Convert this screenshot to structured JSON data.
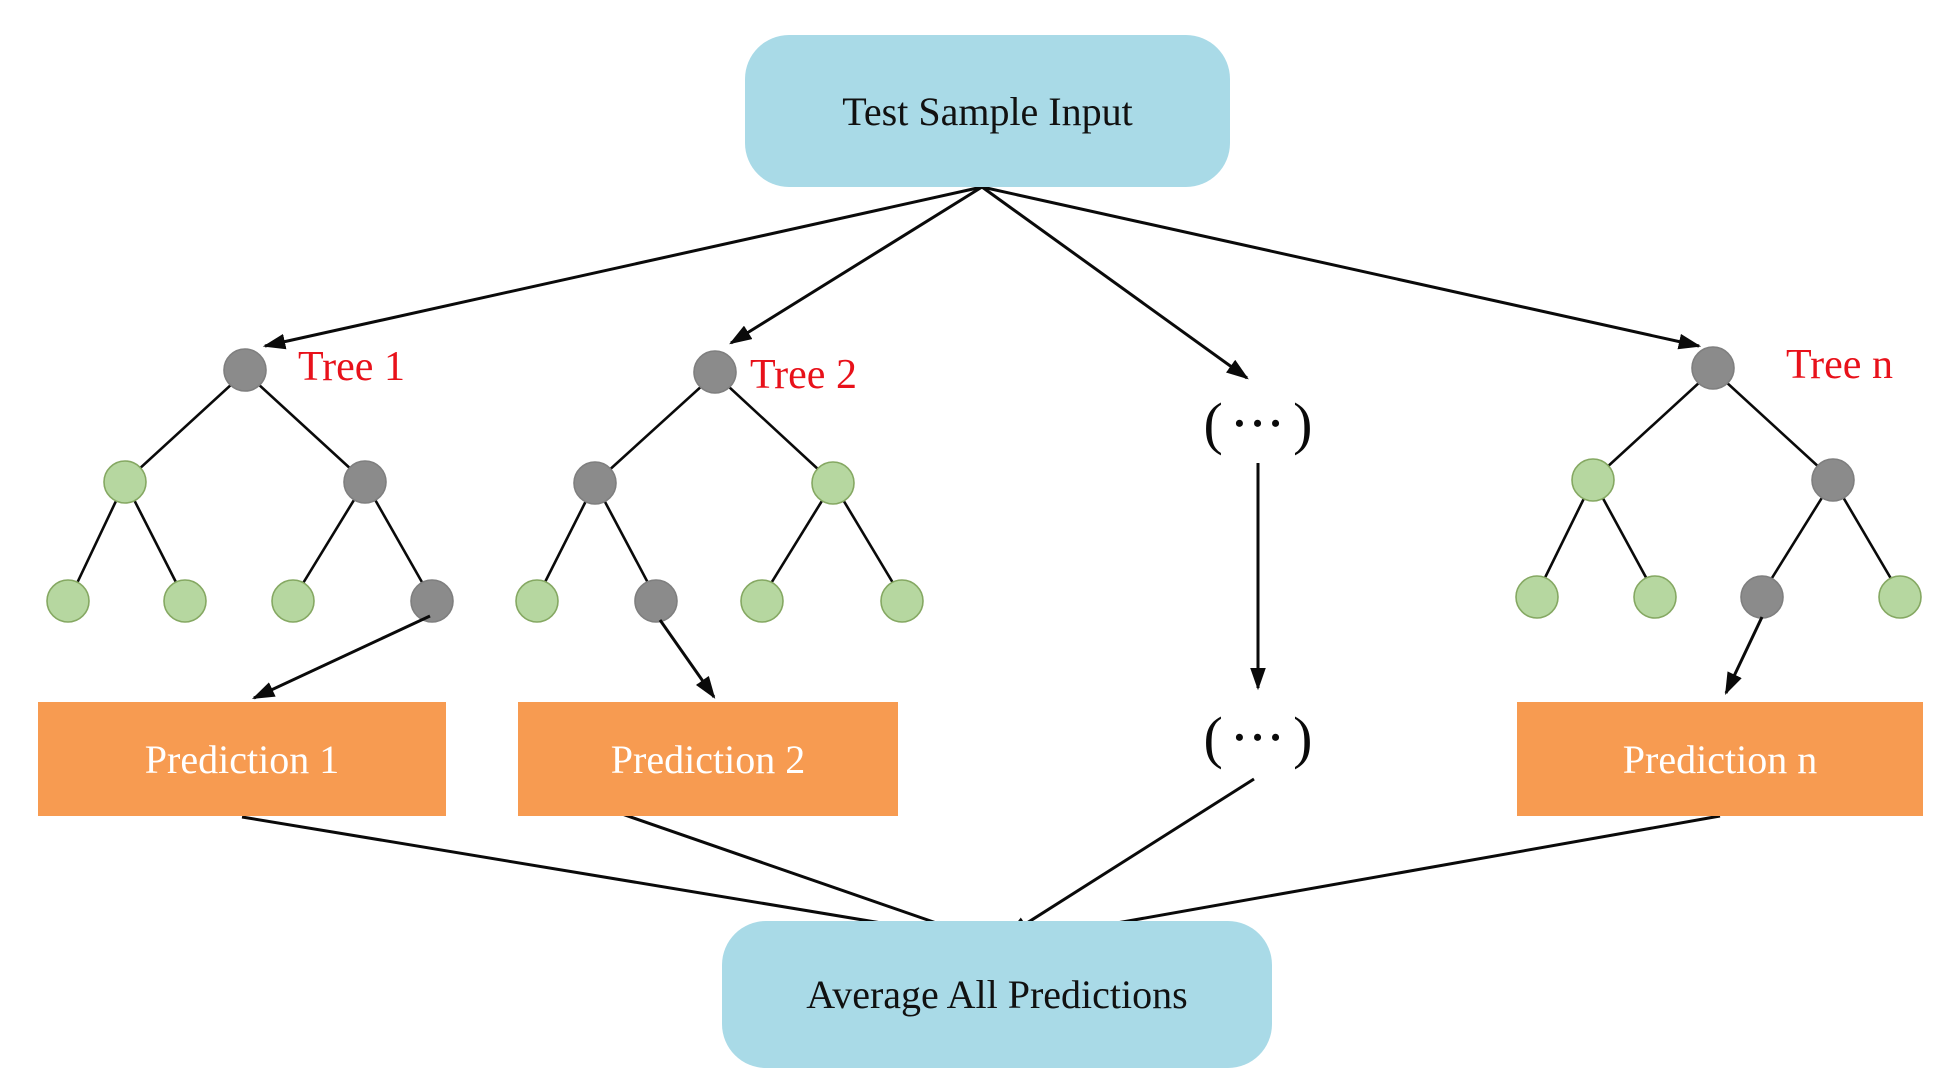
{
  "input_box": {
    "label": "Test Sample Input"
  },
  "average_box": {
    "label": "Average All Predictions"
  },
  "trees": [
    {
      "label": "Tree 1",
      "prediction_label": "Prediction 1"
    },
    {
      "label": "Tree 2",
      "prediction_label": "Prediction 2"
    },
    {
      "label": "Tree n",
      "prediction_label": "Prediction n"
    }
  ],
  "ellipsis": {
    "open": "(",
    "dots": "•••",
    "close": ")"
  },
  "colors": {
    "box_blue": "#a9dae7",
    "box_orange": "#f79b51",
    "node_gray": "#8b8b8b",
    "node_gray_border": "#7f7f7f",
    "node_green": "#b6d7a0",
    "node_green_border": "#85a862",
    "label_red": "#e8111a",
    "line_black": "#0a0a0a",
    "text_white": "#ffffff",
    "text_black": "#111111"
  }
}
